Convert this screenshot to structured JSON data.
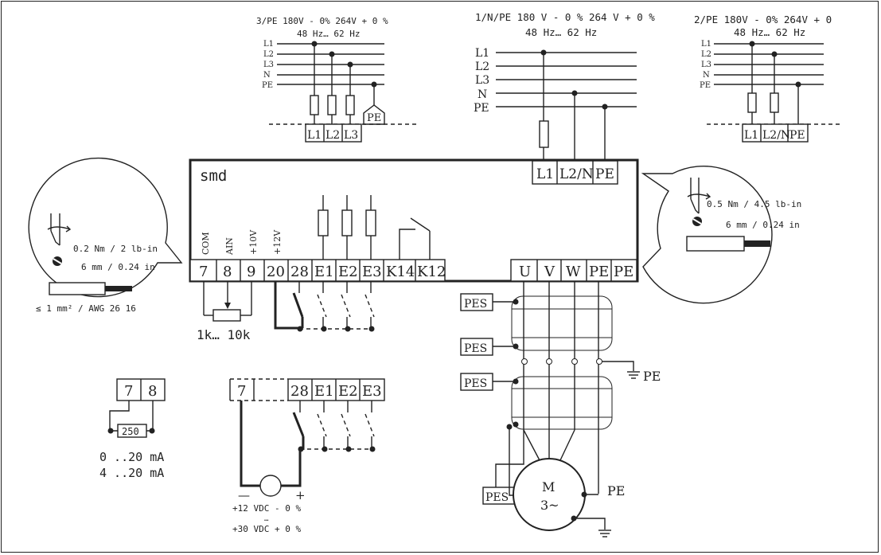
{
  "supply_3ph": {
    "spec": "3/PE 180V - 0% 264V + 0 %",
    "freq": "48 Hz… 62 Hz",
    "lines": [
      "L1",
      "L2",
      "L3",
      "N",
      "PE"
    ],
    "terminals": [
      "L1",
      "L2",
      "L3"
    ],
    "pe_label": "PE"
  },
  "supply_1ph": {
    "spec": "1/N/PE 180 V - 0 % 264 V + 0 %",
    "freq": "48 Hz… 62 Hz",
    "lines": [
      "L1",
      "L2",
      "L3",
      "N",
      "PE"
    ]
  },
  "supply_2ph": {
    "spec": "2/PE 180V - 0% 264V + 0",
    "freq": "48 Hz… 62 Hz",
    "lines": [
      "L1",
      "L2",
      "L3",
      "N",
      "PE"
    ],
    "terminals": [
      "L1",
      "L2/N",
      "PE"
    ]
  },
  "drive": {
    "title": "smd",
    "input_terminals": [
      "L1",
      "L2/N",
      "PE"
    ],
    "control_labels": [
      "COM",
      "AIN",
      "+10V",
      "+12V"
    ],
    "control_terminals": [
      "7",
      "8",
      "9",
      "20",
      "28",
      "E1",
      "E2",
      "E3",
      "K14",
      "K12"
    ],
    "output_terminals": [
      "U",
      "V",
      "W",
      "PE",
      "PE"
    ]
  },
  "callout_left": {
    "torque": "0.2 Nm / 2 lb-in",
    "strip": "6 mm / 0.24 in",
    "wire": "≤ 1 mm² / AWG 26 16"
  },
  "callout_right": {
    "torque": "0.5 Nm / 4.5 lb-in",
    "strip": "6 mm / 0.24 in"
  },
  "pot": {
    "range": "1k… 10k"
  },
  "current_input": {
    "terminals": [
      "7",
      "8"
    ],
    "resistor": "250",
    "range1": "0 ..20 mA",
    "range2": "4 ..20 mA"
  },
  "ext_supply": {
    "terminals": [
      "7",
      "28",
      "E1",
      "E2",
      "E3"
    ],
    "minus": "—",
    "plus": "+",
    "v1": "+12 VDC - 0 %",
    "dots": "…",
    "v2": "+30 VDC + 0 %"
  },
  "motor": {
    "pes": [
      "PES",
      "PES",
      "PES",
      "PES"
    ],
    "pe_label": "PE",
    "pe_label2": "PE",
    "letter": "M",
    "phase": "3~"
  }
}
